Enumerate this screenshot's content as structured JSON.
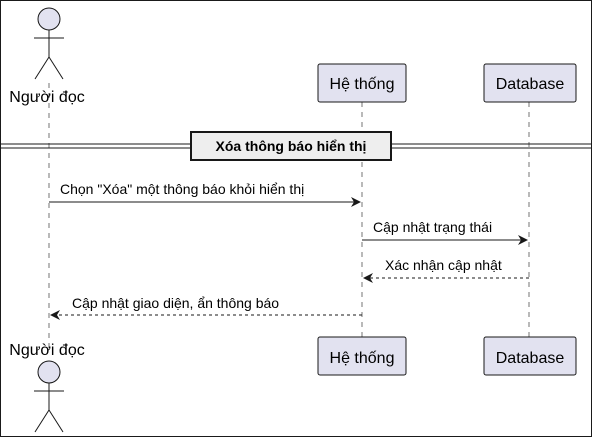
{
  "diagram": {
    "type": "sequence",
    "participants": [
      {
        "id": "user",
        "label": "Người đọc",
        "kind": "actor"
      },
      {
        "id": "system",
        "label": "Hệ thống",
        "kind": "participant"
      },
      {
        "id": "db",
        "label": "Database",
        "kind": "participant"
      }
    ],
    "divider": {
      "label": "Xóa thông báo hiển thị"
    },
    "messages": [
      {
        "from": "user",
        "to": "system",
        "label": "Chọn \"Xóa\" một thông báo khỏi hiển thị",
        "style": "solid"
      },
      {
        "from": "system",
        "to": "db",
        "label": "Cập nhật trạng thái",
        "style": "solid"
      },
      {
        "from": "db",
        "to": "system",
        "label": "Xác nhận cập nhật",
        "style": "dashed"
      },
      {
        "from": "system",
        "to": "user",
        "label": "Cập nhật giao diện, ẩn thông báo",
        "style": "dashed"
      }
    ],
    "colors": {
      "participant_fill": "#E2E2F0",
      "participant_stroke": "#181818",
      "lifeline": "#181818",
      "arrow": "#181818"
    }
  }
}
